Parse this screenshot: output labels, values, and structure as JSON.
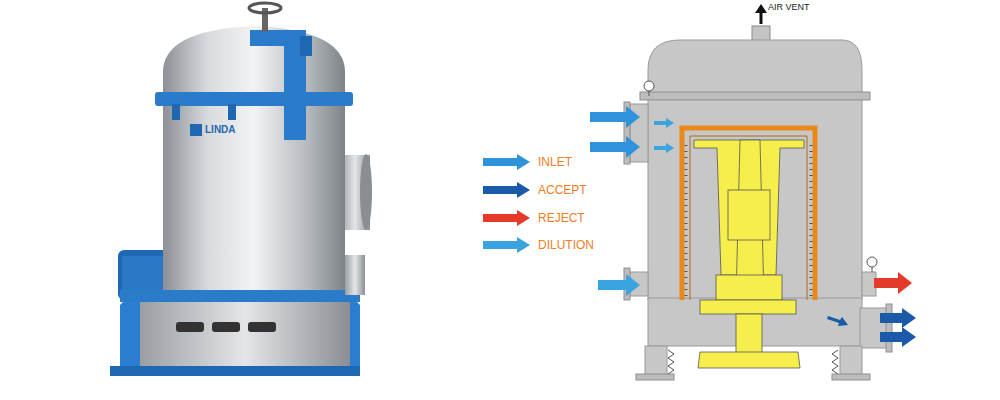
{
  "diagram": {
    "labels": [
      "AIR VENT",
      "LINDA"
    ],
    "legend": [
      {
        "text": "INLET",
        "color": "#2f93dc"
      },
      {
        "text": "ACCEPT",
        "color": "#1a5aa8"
      },
      {
        "text": "REJECT",
        "color": "#e43a2a"
      },
      {
        "text": "DILUTION",
        "color": "#3aa4e0"
      }
    ]
  }
}
